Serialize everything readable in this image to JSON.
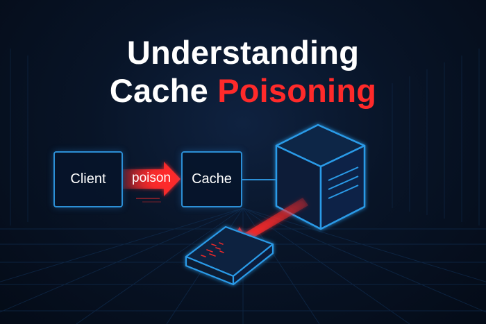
{
  "title": {
    "line1": "Understanding",
    "line2_prefix": "Cache ",
    "line2_accent": "Poisoning"
  },
  "nodes": {
    "client_label": "Client",
    "cache_label": "Cache"
  },
  "arrow": {
    "poison_label": "poison"
  },
  "colors": {
    "background": "#06101f",
    "accent_red": "#ff2a2a",
    "node_border": "#2c8fd6",
    "text": "#ffffff"
  }
}
